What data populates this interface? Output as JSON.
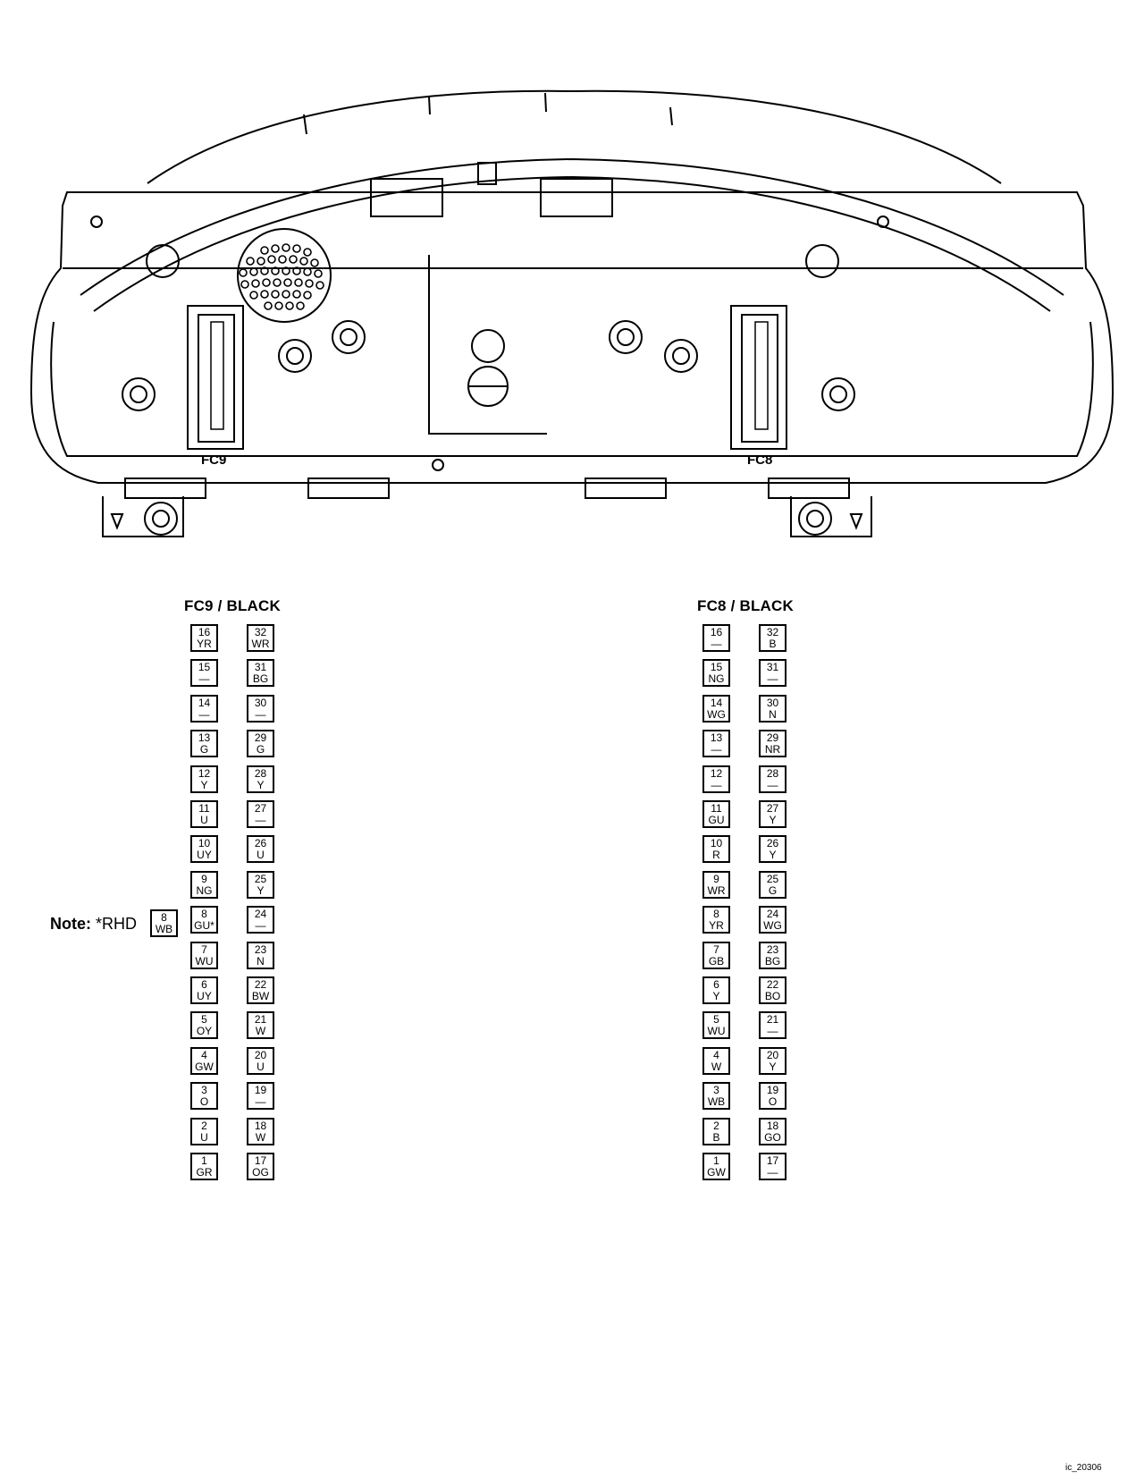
{
  "connector_labels": {
    "left": "FC9",
    "right": "FC8"
  },
  "tables": [
    {
      "id": "fc9",
      "title": "FC9 / BLACK",
      "left_column": [
        {
          "pin": "16",
          "color": "YR"
        },
        {
          "pin": "15",
          "color": "—"
        },
        {
          "pin": "14",
          "color": "—"
        },
        {
          "pin": "13",
          "color": "G"
        },
        {
          "pin": "12",
          "color": "Y"
        },
        {
          "pin": "11",
          "color": "U"
        },
        {
          "pin": "10",
          "color": "UY"
        },
        {
          "pin": "9",
          "color": "NG"
        },
        {
          "pin": "8",
          "color": "GU*"
        },
        {
          "pin": "7",
          "color": "WU"
        },
        {
          "pin": "6",
          "color": "UY"
        },
        {
          "pin": "5",
          "color": "OY"
        },
        {
          "pin": "4",
          "color": "GW"
        },
        {
          "pin": "3",
          "color": "O"
        },
        {
          "pin": "2",
          "color": "U"
        },
        {
          "pin": "1",
          "color": "GR"
        }
      ],
      "right_column": [
        {
          "pin": "32",
          "color": "WR"
        },
        {
          "pin": "31",
          "color": "BG"
        },
        {
          "pin": "30",
          "color": "—"
        },
        {
          "pin": "29",
          "color": "G"
        },
        {
          "pin": "28",
          "color": "Y"
        },
        {
          "pin": "27",
          "color": "—"
        },
        {
          "pin": "26",
          "color": "U"
        },
        {
          "pin": "25",
          "color": "Y"
        },
        {
          "pin": "24",
          "color": "—"
        },
        {
          "pin": "23",
          "color": "N"
        },
        {
          "pin": "22",
          "color": "BW"
        },
        {
          "pin": "21",
          "color": "W"
        },
        {
          "pin": "20",
          "color": "U"
        },
        {
          "pin": "19",
          "color": "—"
        },
        {
          "pin": "18",
          "color": "W"
        },
        {
          "pin": "17",
          "color": "OG"
        }
      ]
    },
    {
      "id": "fc8",
      "title": "FC8 / BLACK",
      "left_column": [
        {
          "pin": "16",
          "color": "—"
        },
        {
          "pin": "15",
          "color": "NG"
        },
        {
          "pin": "14",
          "color": "WG"
        },
        {
          "pin": "13",
          "color": "—"
        },
        {
          "pin": "12",
          "color": "—"
        },
        {
          "pin": "11",
          "color": "GU"
        },
        {
          "pin": "10",
          "color": "R"
        },
        {
          "pin": "9",
          "color": "WR"
        },
        {
          "pin": "8",
          "color": "YR"
        },
        {
          "pin": "7",
          "color": "GB"
        },
        {
          "pin": "6",
          "color": "Y"
        },
        {
          "pin": "5",
          "color": "WU"
        },
        {
          "pin": "4",
          "color": "W"
        },
        {
          "pin": "3",
          "color": "WB"
        },
        {
          "pin": "2",
          "color": "B"
        },
        {
          "pin": "1",
          "color": "GW"
        }
      ],
      "right_column": [
        {
          "pin": "32",
          "color": "B"
        },
        {
          "pin": "31",
          "color": "—"
        },
        {
          "pin": "30",
          "color": "N"
        },
        {
          "pin": "29",
          "color": "NR"
        },
        {
          "pin": "28",
          "color": "—"
        },
        {
          "pin": "27",
          "color": "Y"
        },
        {
          "pin": "26",
          "color": "Y"
        },
        {
          "pin": "25",
          "color": "G"
        },
        {
          "pin": "24",
          "color": "WG"
        },
        {
          "pin": "23",
          "color": "BG"
        },
        {
          "pin": "22",
          "color": "BO"
        },
        {
          "pin": "21",
          "color": "—"
        },
        {
          "pin": "20",
          "color": "Y"
        },
        {
          "pin": "19",
          "color": "O"
        },
        {
          "pin": "18",
          "color": "GO"
        },
        {
          "pin": "17",
          "color": "—"
        }
      ]
    }
  ],
  "note": {
    "label": "Note:",
    "text": "*RHD",
    "pin": "8",
    "color": "WB"
  },
  "footer": "ic_20306"
}
